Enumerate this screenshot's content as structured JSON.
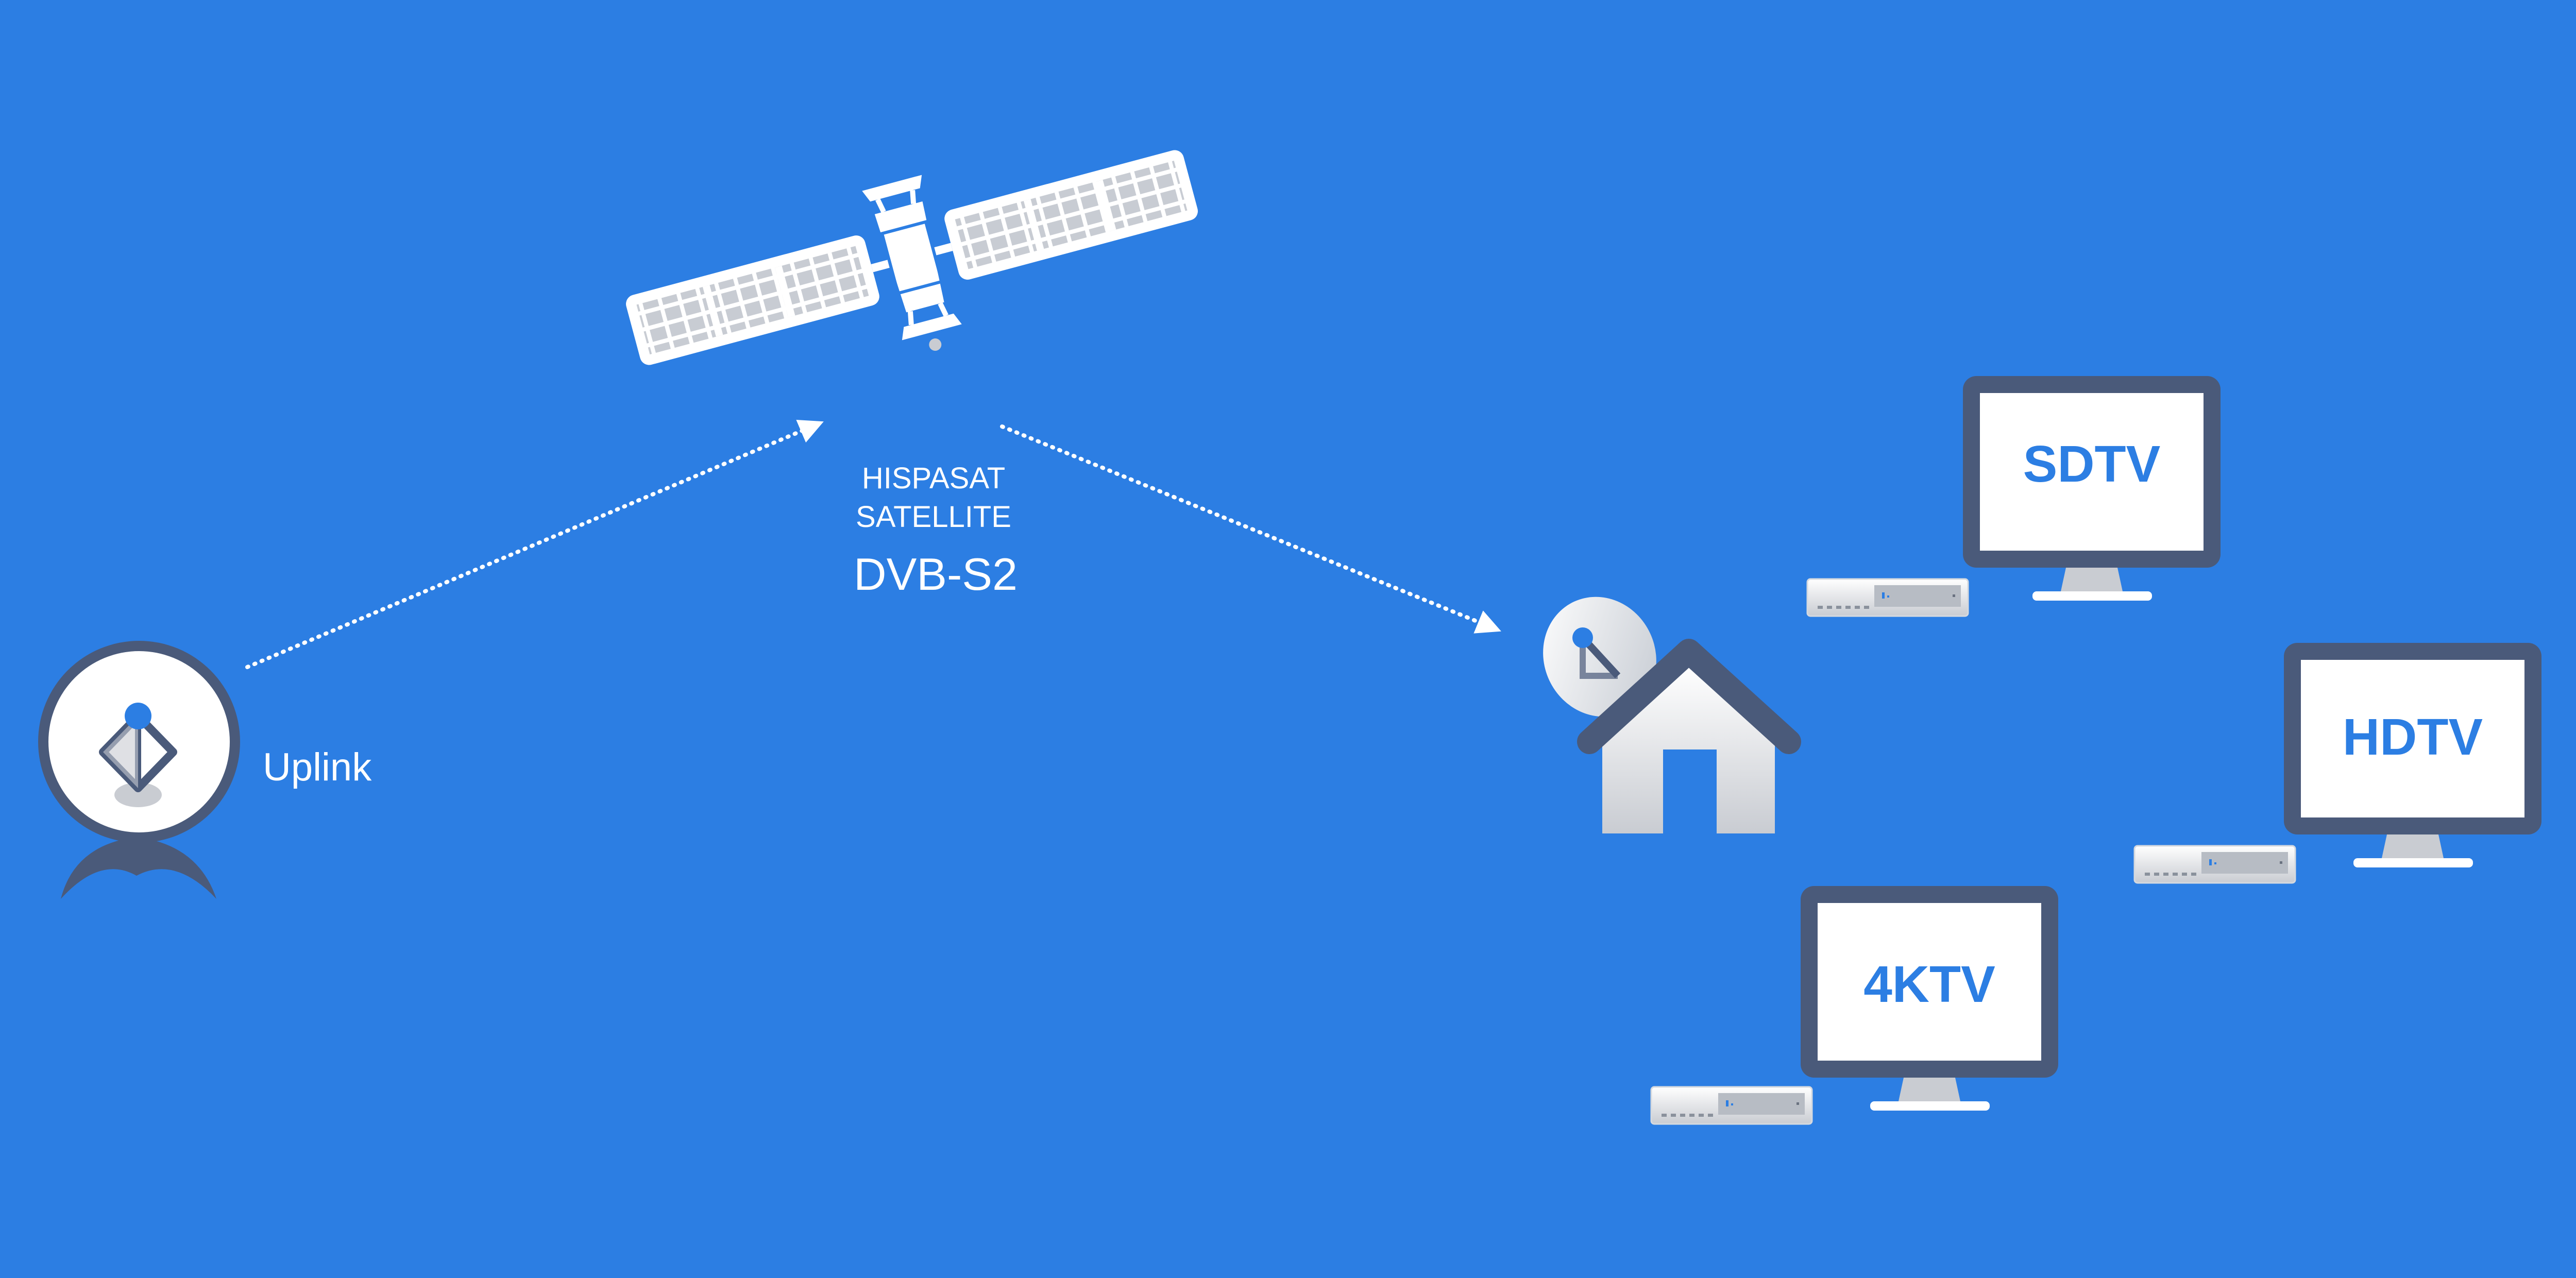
{
  "diagram": {
    "background": "#2c7ee3",
    "uplink": {
      "label": "Uplink",
      "icon": "uplink-dish-icon"
    },
    "satellite": {
      "name_line1": "HISPASAT",
      "name_line2": "SATELLITE",
      "standard": "DVB-S2",
      "icon": "satellite-icon"
    },
    "receiver": {
      "icon": "house-with-dish-icon"
    },
    "screens": [
      {
        "label": "SDTV",
        "icon": "tv-monitor-icon"
      },
      {
        "label": "HDTV",
        "icon": "tv-monitor-icon"
      },
      {
        "label": "4KTV",
        "icon": "tv-monitor-icon"
      }
    ],
    "colors": {
      "accent": "#2c7ee3",
      "dark": "#4a5a7a",
      "light": "#ffffff",
      "panel_cell": "#c8ccd3"
    }
  }
}
